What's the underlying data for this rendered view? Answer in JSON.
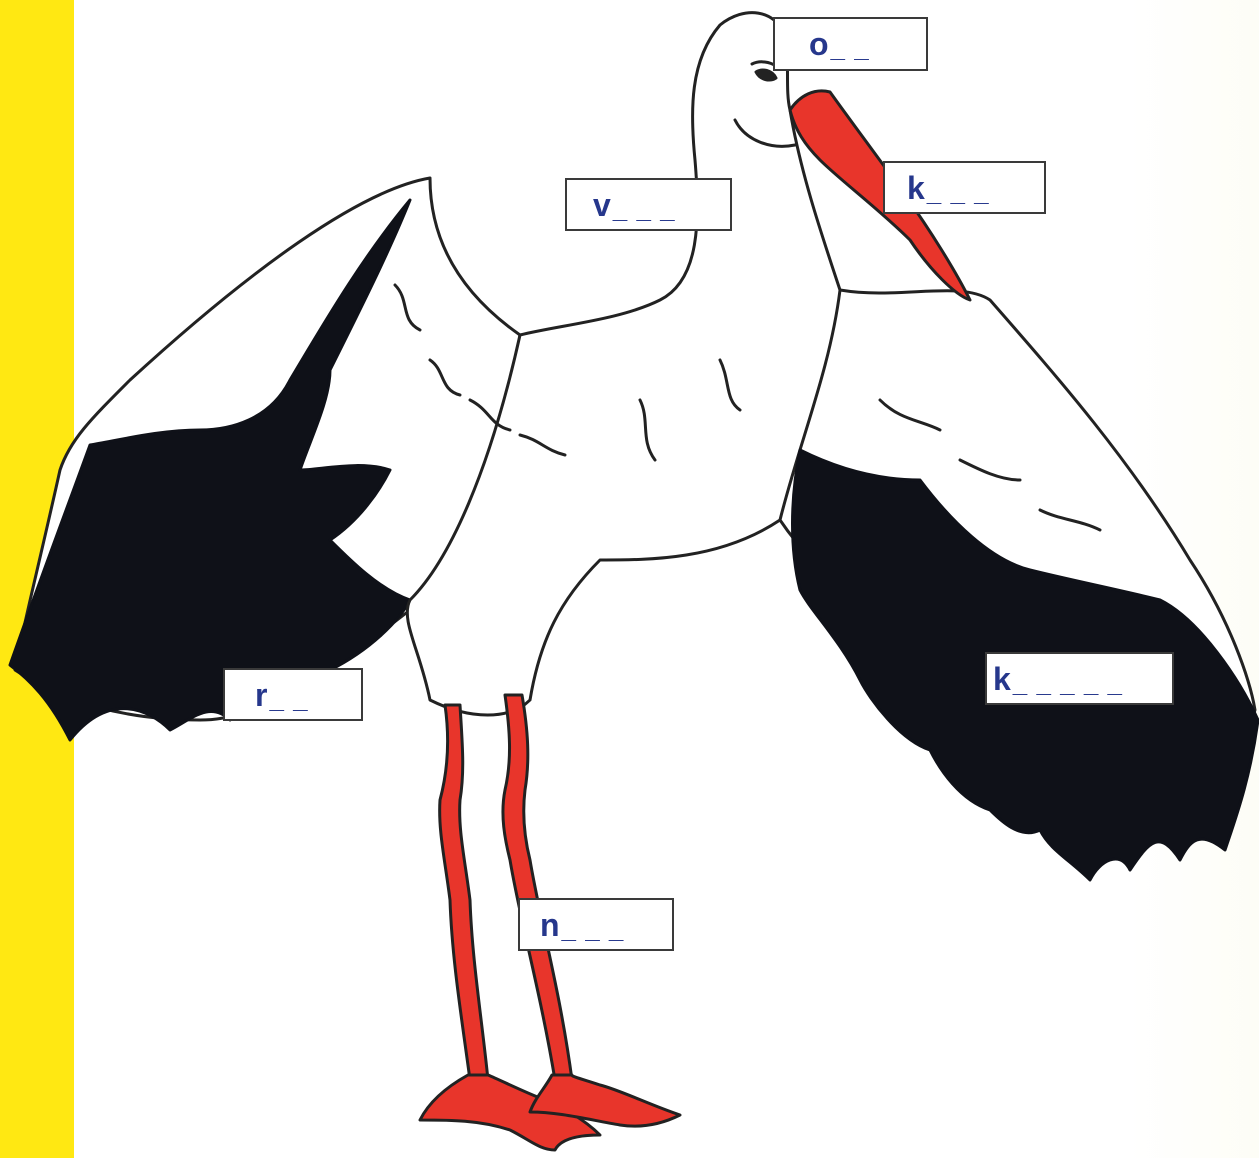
{
  "colors": {
    "strip": "#ffe812",
    "label_text": "#26378c",
    "beak_legs": "#e8352b",
    "feathers_black": "#0f1118",
    "outline": "#222222"
  },
  "labels": [
    {
      "id": "oko",
      "letter": "o",
      "blanks": "_ _"
    },
    {
      "id": "zobak",
      "letter": "k",
      "blanks": "_ _ _"
    },
    {
      "id": "vrat",
      "letter": "v",
      "blanks": "_ _ _"
    },
    {
      "id": "rep",
      "letter": "r",
      "blanks": "_ _"
    },
    {
      "id": "kridlo",
      "letter": "k",
      "blanks": "_ _ _ _ _"
    },
    {
      "id": "noha",
      "letter": "n",
      "blanks": "_ _ _"
    }
  ]
}
